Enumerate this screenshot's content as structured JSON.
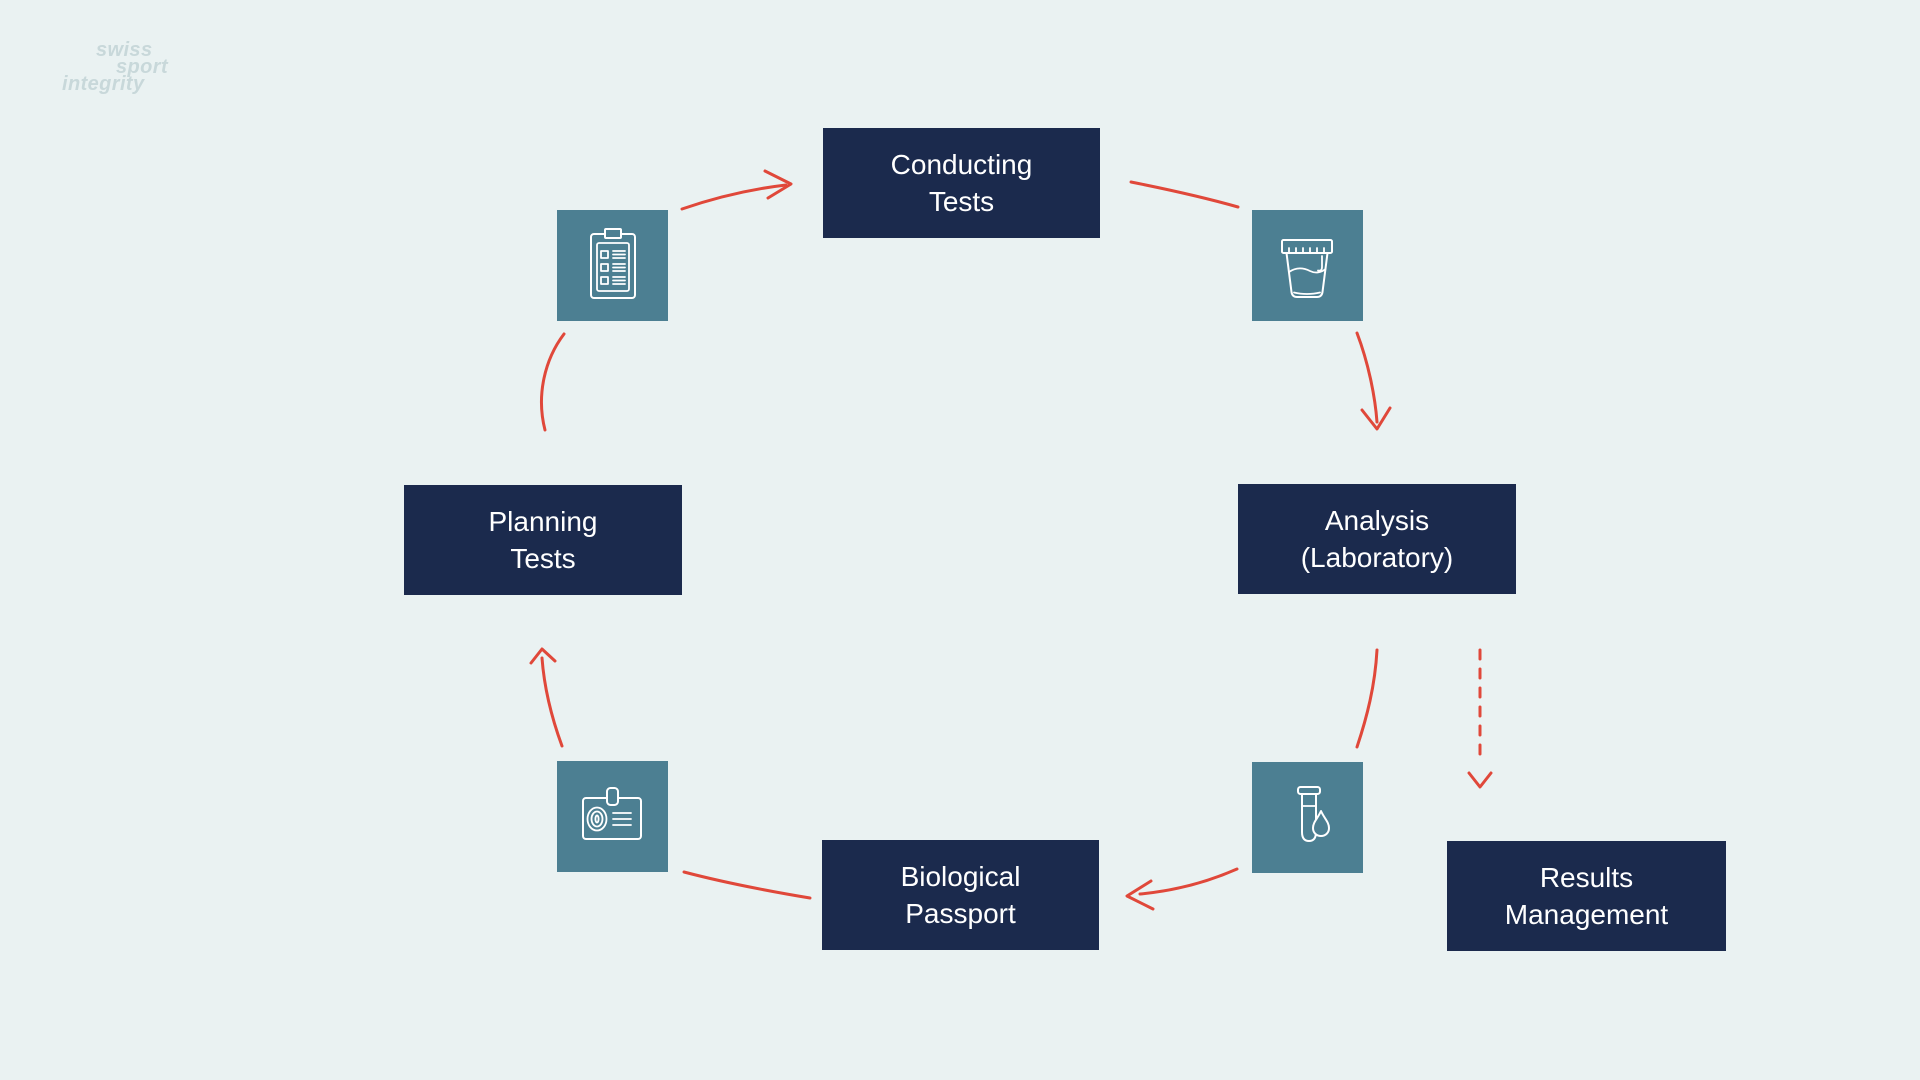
{
  "logo": {
    "line1": "swiss",
    "line2": "sport",
    "line3": "integrity"
  },
  "colors": {
    "background": "#eaf2f2",
    "navy": "#1b2a4d",
    "teal": "#4c7f92",
    "arrow": "#e0483a",
    "label": "#ffffff",
    "logo": "#c8d8da"
  },
  "nodes": {
    "conducting": {
      "line1": "Conducting",
      "line2": "Tests"
    },
    "analysis": {
      "line1": "Analysis",
      "line2": "(Laboratory)"
    },
    "results": {
      "line1": "Results",
      "line2": "Management"
    },
    "biopassport": {
      "line1": "Biological",
      "line2": "Passport"
    },
    "planning": {
      "line1": "Planning",
      "line2": "Tests"
    }
  },
  "icons": {
    "clipboard": "checklist-clipboard",
    "cup": "sample-cup",
    "tube": "test-tube-droplet",
    "badge": "id-card-fingerprint"
  }
}
